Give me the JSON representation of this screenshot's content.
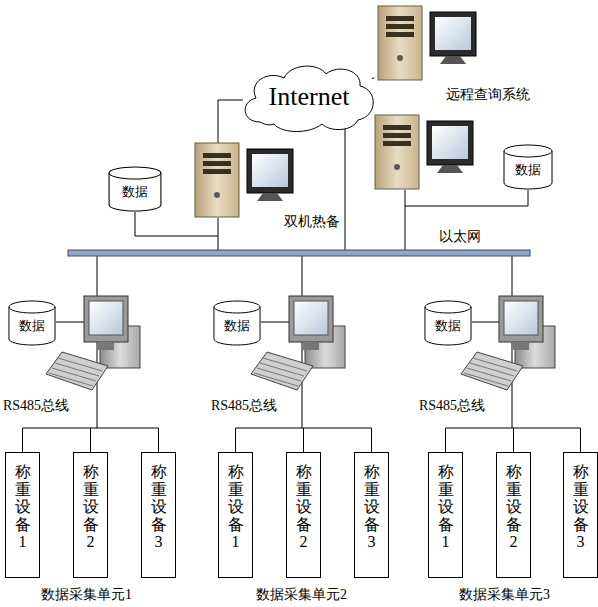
{
  "diagram": {
    "nodes": [
      {
        "text": [
          "远程查询系统"
        ]
      },
      {
        "text": [
          "Internet"
        ]
      },
      {
        "text": [
          "数据"
        ]
      },
      {
        "text": [
          "数据"
        ]
      },
      {
        "text": [
          "数据"
        ]
      },
      {
        "text": [
          "数据"
        ]
      },
      {
        "text": [
          "数据"
        ]
      },
      {
        "text": [
          "称重设备1"
        ]
      },
      {
        "text": [
          "称重设备2"
        ]
      },
      {
        "text": [
          "称重设备3"
        ]
      },
      {
        "text": [
          "称重设备1"
        ]
      },
      {
        "text": [
          "称重设备2"
        ]
      },
      {
        "text": [
          "称重设备3"
        ]
      },
      {
        "text": [
          "称重设备1"
        ]
      },
      {
        "text": [
          "称重设备2"
        ]
      },
      {
        "text": [
          "称重设备3"
        ]
      }
    ],
    "edges": [
      {
        "from": 1,
        "to": 0,
        "arrow": "none"
      }
    ],
    "labels": [
      "双机热备",
      "以太网",
      "RS485总线",
      "RS485总线",
      "RS485总线",
      "数据采集单元1",
      "数据采集单元2",
      "数据采集单元3"
    ]
  }
}
